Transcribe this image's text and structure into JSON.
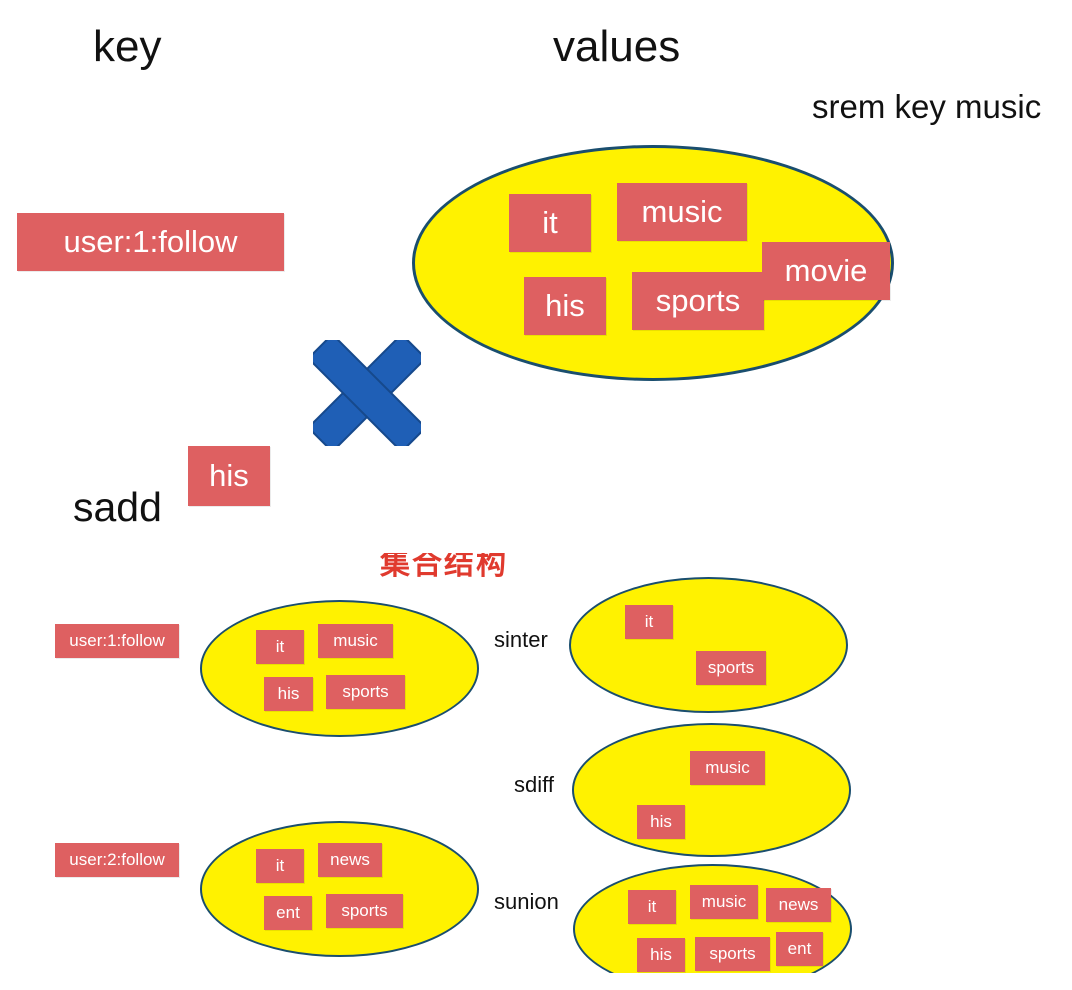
{
  "top": {
    "key_heading": "key",
    "values_heading": "values",
    "command_srem": "srem key music",
    "key_tag": "user:1:follow",
    "value_members": [
      "it",
      "music",
      "movie",
      "his",
      "sports"
    ],
    "command_sadd": "sadd",
    "sadd_member": "his",
    "cross_icon": "x-mark-icon",
    "cross_color": "#1f5fb6"
  },
  "bottom": {
    "title": "集合结构",
    "keys": [
      "user:1:follow",
      "user:2:follow"
    ],
    "set1_members": [
      "it",
      "music",
      "his",
      "sports"
    ],
    "set2_members": [
      "it",
      "news",
      "ent",
      "sports"
    ],
    "operations": [
      {
        "name": "sinter",
        "result": [
          "it",
          "sports"
        ]
      },
      {
        "name": "sdiff",
        "result": [
          "music",
          "his"
        ]
      },
      {
        "name": "sunion",
        "result": [
          "it",
          "music",
          "news",
          "his",
          "sports",
          "ent"
        ]
      }
    ]
  },
  "colors": {
    "tag_fill": "#de6061",
    "ellipse_fill": "#fff200",
    "ellipse_border": "#1a4e6e",
    "title_color": "#e03a2e"
  }
}
